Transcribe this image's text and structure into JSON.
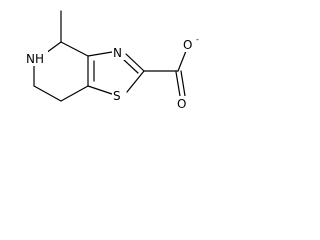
{
  "structure": {
    "atoms": {
      "methyl_c": "C",
      "ring_nh": "NH",
      "thiazole_n": "N",
      "thiazole_s": "S",
      "carbonyl_o": "O",
      "carboxylate_o": "O",
      "carboxylate_charge": "-"
    }
  }
}
